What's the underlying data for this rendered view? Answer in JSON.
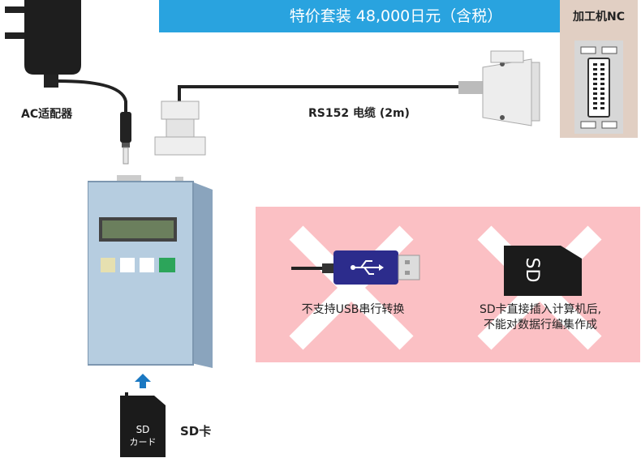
{
  "banner": {
    "text": "特价套装 48,000日元（含税）"
  },
  "nc": {
    "label": "加工机NC"
  },
  "adapter": {
    "label": "AC适配器"
  },
  "cable": {
    "label": "RS152 电缆 (2m)"
  },
  "warnings": {
    "usb": {
      "label": "不支持USB串行转换"
    },
    "sd": {
      "line1": "SD卡直接插入计算机后,",
      "line2": "不能对数据行编集作成"
    }
  },
  "sd_card": {
    "label": "SD卡",
    "card_text_1": "SD",
    "card_text_2": "カード",
    "big_card_text": "SD"
  },
  "colors": {
    "banner": "#29a3df",
    "warn_bg": "#fbc0c4",
    "device": "#b6cde0",
    "nc_bg": "#e1cfc3",
    "arrow": "#1a78c2"
  }
}
